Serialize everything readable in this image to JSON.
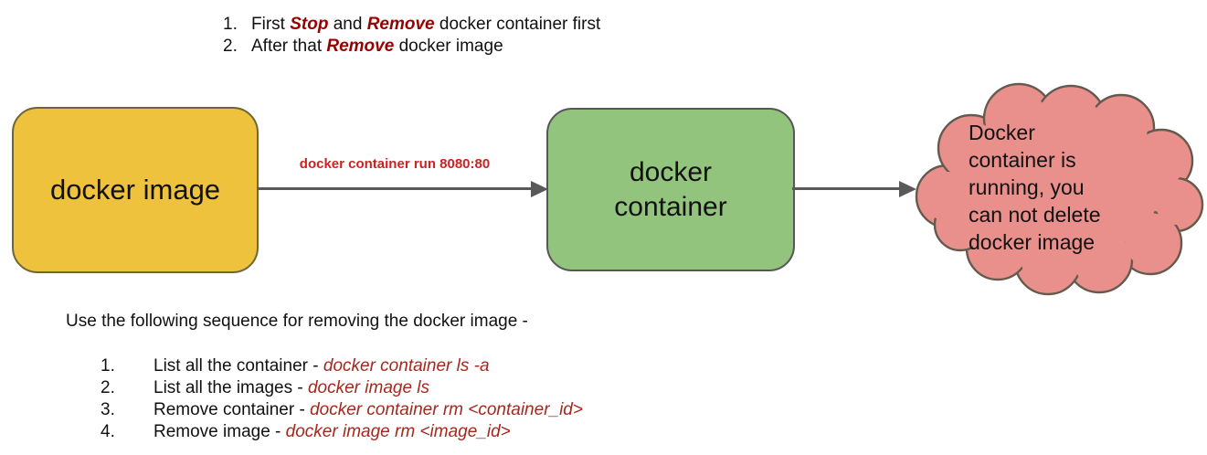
{
  "colors": {
    "image_box_fill": "#eec23c",
    "image_box_border": "#6f6636",
    "container_box_fill": "#93c47d",
    "container_box_border": "#565656",
    "cloud_fill": "#e9908c",
    "cloud_border": "#645a4e",
    "arrow_gray": "#595959",
    "emphasis_red": "#990000",
    "arrow_label_red": "#cc2222",
    "command_red": "#a5281e"
  },
  "top_notes": {
    "items": [
      {
        "marker": "1.",
        "segments": [
          {
            "text": "First "
          },
          {
            "text": "Stop",
            "style": "em"
          },
          {
            "text": " and "
          },
          {
            "text": "Remove",
            "style": "em"
          },
          {
            "text": " docker container first"
          }
        ]
      },
      {
        "marker": "2.",
        "segments": [
          {
            "text": "After that "
          },
          {
            "text": "Remove",
            "style": "em"
          },
          {
            "text": " docker image"
          }
        ]
      }
    ]
  },
  "flow": {
    "image_box_label": "docker image",
    "container_box_label": "docker\ncontainer",
    "arrow1_label": "docker container run 8080:80",
    "cloud_text": "Docker\ncontainer is\nrunning, you\ncan not delete\ndocker image"
  },
  "instructions": {
    "heading": "Use the following sequence for removing the docker image -",
    "steps": [
      {
        "marker": "1.",
        "segments": [
          {
            "text": "List all the container - "
          },
          {
            "text": "docker container ls -a",
            "style": "cmd"
          }
        ]
      },
      {
        "marker": "2.",
        "segments": [
          {
            "text": "List all the images - "
          },
          {
            "text": "docker image ls",
            "style": "cmd"
          }
        ]
      },
      {
        "marker": "3.",
        "segments": [
          {
            "text": "Remove container - "
          },
          {
            "text": "docker container rm <container_id>",
            "style": "cmd"
          }
        ]
      },
      {
        "marker": "4.",
        "segments": [
          {
            "text": "Remove image - "
          },
          {
            "text": "docker image rm <image_id>",
            "style": "cmd"
          }
        ]
      }
    ]
  }
}
